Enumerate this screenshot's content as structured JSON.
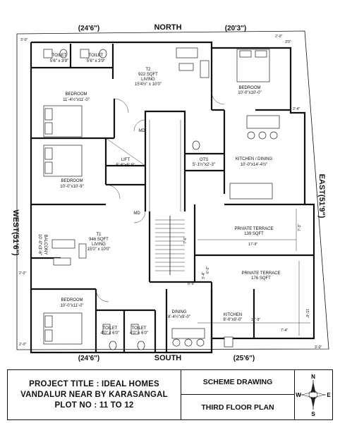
{
  "edges": {
    "north": "NORTH",
    "south": "SOUTH",
    "west": "WEST(51'6\")",
    "east": "EAST(51'9\")"
  },
  "dims": {
    "top_left": "(24'6\")",
    "top_right": "(20'3\")",
    "bottom_left": "(24'6\")",
    "bottom_right": "(25'6\")",
    "nw_corner": "3'-0\"",
    "ne_corner": "3'0\"",
    "ne_side": "2'-0\"",
    "e_mid": "2'-4\"",
    "w_low1": "2'-0\"",
    "w_low2": "2'-0\"",
    "s_right": "3'-0\"",
    "stair1": "7'-6\"",
    "stair2": "3'-4\"",
    "stair3": "6'-9\"",
    "terrace1_w": "17'-9\"",
    "terrace1_h": "7'-3\"",
    "terrace2_top": "6'-0\"",
    "terrace2_w": "17'-9\"",
    "terrace2_h": "15'-6\"",
    "kitchen_side": "7'-4\""
  },
  "rooms": {
    "toilet1": {
      "name": "TOILET",
      "size": "5'6\" x 3'9\""
    },
    "toilet2": {
      "name": "TOILET",
      "size": "5'6\" x 3'9\""
    },
    "t2": {
      "name": "T2",
      "area": "922 SQFT",
      "label": "LIVING",
      "size": "15'4½\" x 10'0\""
    },
    "bed_nw": {
      "name": "BEDROOM",
      "size": "11'-4½\"x11'-0\""
    },
    "bed_ne": {
      "name": "BEDROOM",
      "size": "10'-0\"x10'-0\""
    },
    "md1": "MD",
    "md2": "MD",
    "lift": {
      "name": "LIFT",
      "size": "5'-6\"x5'-5\""
    },
    "ots": {
      "name": "OTS",
      "size": "5'-1½\"x2'-3\""
    },
    "kitchen_dining": {
      "name": "KITCHEN / DINING",
      "size": "10'-0\"x14'-4½\""
    },
    "bed_w": {
      "name": "BEDROOM",
      "size": "10'-0\"x10'-9\""
    },
    "balcony": {
      "name": "BALCONY",
      "size": "10'-0\"x3'-6\""
    },
    "t1": {
      "name": "T1",
      "area": "946 SQFT",
      "label": "LIVING",
      "size": "15'0\" x 10'0\""
    },
    "terrace1": {
      "name": "PRIVATE TERRACE",
      "area": "139 SQFT"
    },
    "terrace2": {
      "name": "PRIVATE TERRACE",
      "area": "176 SQFT"
    },
    "bed_sw": {
      "name": "BEDROOM",
      "size": "10'-0\"x11'-0\""
    },
    "toilet3": {
      "name": "TOILET",
      "size": "4'0\" x 6'0\""
    },
    "toilet4": {
      "name": "TOILET",
      "size": "4'0\" x 6'0\""
    },
    "dining": {
      "name": "DINING",
      "size": "8'-4½\"x9'-0\""
    },
    "kitchen": {
      "name": "KITCHEN",
      "size": "8'-0\"x9'-0\""
    }
  },
  "title_block": {
    "line1": "PROJECT TITLE : IDEAL HOMES",
    "line2": "VANDALUR NEAR BY KARASANGAL",
    "line3": "PLOT NO : 11 TO 12",
    "scheme": "SCHEME DRAWING",
    "floor": "THIRD FLOOR PLAN",
    "compass": {
      "n": "N",
      "s": "S",
      "e": "E",
      "w": "W"
    }
  }
}
